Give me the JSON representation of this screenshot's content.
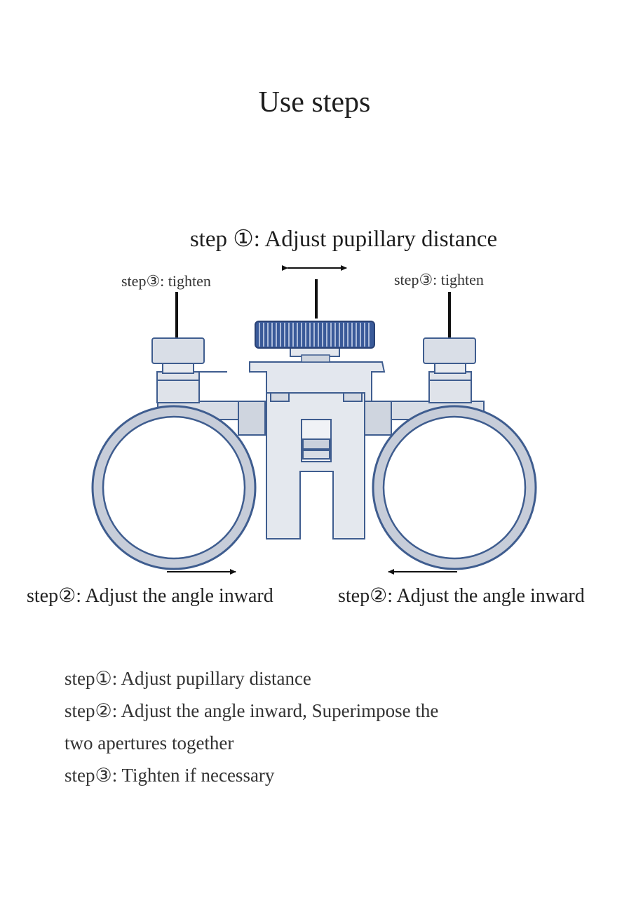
{
  "title": "Use steps",
  "diagram": {
    "label_top": "step ①:   Adjust pupillary distance",
    "label_tighten_left": "step③:  tighten",
    "label_tighten_right": "step③:  tighten",
    "label_angle_left": "step②:   Adjust the angle inward",
    "label_angle_right": "step②:   Adjust the angle inward",
    "colors": {
      "outline": "#3f5d8f",
      "fill": "#dfe3ea",
      "knob": "#3a5a99"
    }
  },
  "instructions": [
    "step①:  Adjust pupillary distance",
    "step②:  Adjust the angle inward,  Superimpose the",
    "two apertures together",
    "step③:  Tighten if necessary"
  ]
}
